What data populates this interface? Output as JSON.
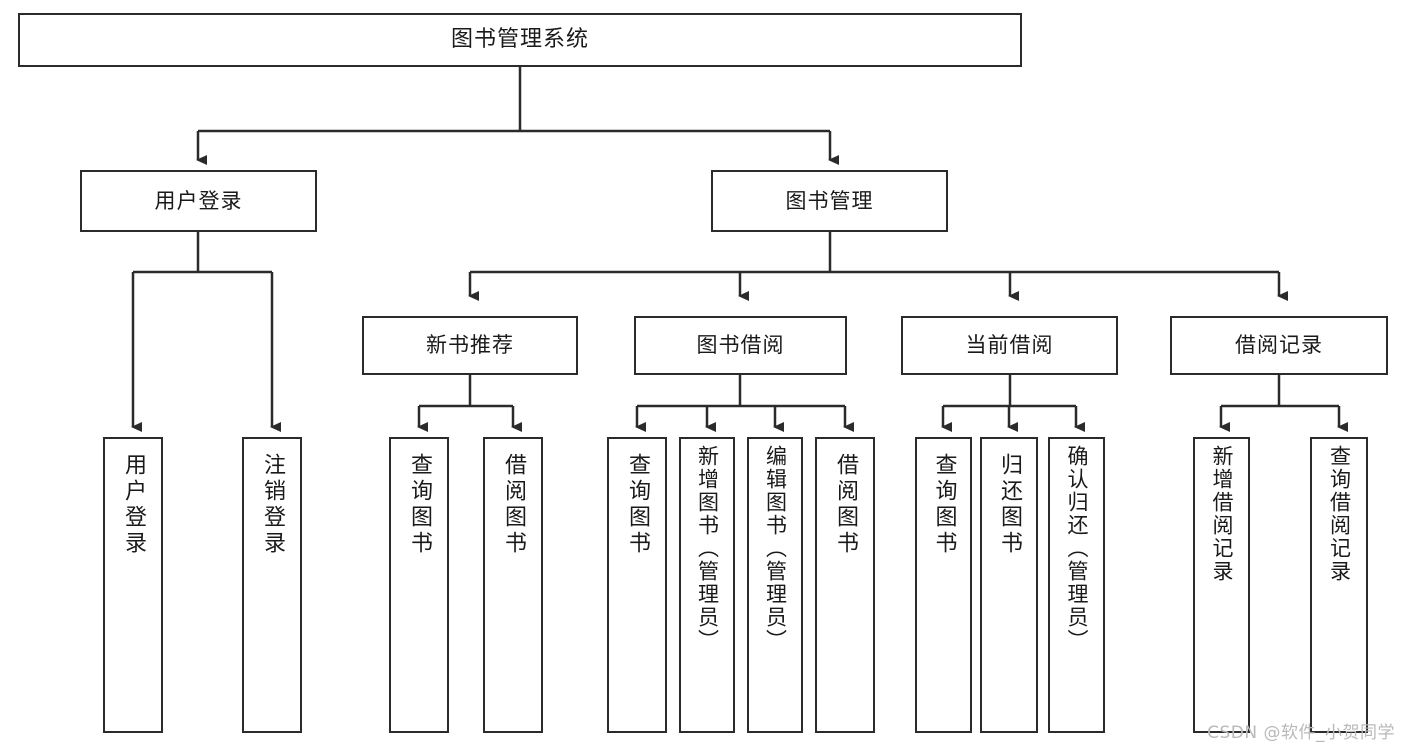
{
  "diagram": {
    "type": "tree",
    "title": "图书管理系统",
    "watermark": "CSDN @软件_小贺同学",
    "levels": {
      "root": {
        "id": "root",
        "label": "图书管理系统"
      },
      "level2": [
        {
          "id": "user-login",
          "label": "用户登录"
        },
        {
          "id": "book-manage",
          "label": "图书管理"
        }
      ],
      "level3": [
        {
          "id": "new-book-rec",
          "label": "新书推荐",
          "parent": "book-manage"
        },
        {
          "id": "book-borrow",
          "label": "图书借阅",
          "parent": "book-manage"
        },
        {
          "id": "current-borrow",
          "label": "当前借阅",
          "parent": "book-manage"
        },
        {
          "id": "borrow-record",
          "label": "借阅记录",
          "parent": "book-manage"
        }
      ],
      "leaves": [
        {
          "id": "leaf-user-login",
          "label": "用户登录",
          "parent": "user-login"
        },
        {
          "id": "leaf-logout-login",
          "label": "注销登录",
          "parent": "user-login"
        },
        {
          "id": "leaf-query-book-1",
          "label": "查询图书",
          "parent": "new-book-rec"
        },
        {
          "id": "leaf-borrow-book-1",
          "label": "借阅图书",
          "parent": "new-book-rec"
        },
        {
          "id": "leaf-query-book-2",
          "label": "查询图书",
          "parent": "book-borrow"
        },
        {
          "id": "leaf-add-book",
          "label": "新增图书（管理员）",
          "parent": "book-borrow"
        },
        {
          "id": "leaf-edit-book",
          "label": "编辑图书（管理员）",
          "parent": "book-borrow"
        },
        {
          "id": "leaf-borrow-book-2",
          "label": "借阅图书",
          "parent": "book-borrow"
        },
        {
          "id": "leaf-query-book-3",
          "label": "查询图书",
          "parent": "current-borrow"
        },
        {
          "id": "leaf-return-book",
          "label": "归还图书",
          "parent": "current-borrow"
        },
        {
          "id": "leaf-confirm-return",
          "label": "确认归还（管理员）",
          "parent": "current-borrow"
        },
        {
          "id": "leaf-add-record",
          "label": "新增借阅记录",
          "parent": "borrow-record"
        },
        {
          "id": "leaf-query-record",
          "label": "查询借阅记录",
          "parent": "borrow-record"
        }
      ]
    },
    "colors": {
      "stroke": "#2b2b2b",
      "fill": "#ffffff",
      "text": "#1a1a1a",
      "watermark": "#b9b9b9"
    }
  }
}
